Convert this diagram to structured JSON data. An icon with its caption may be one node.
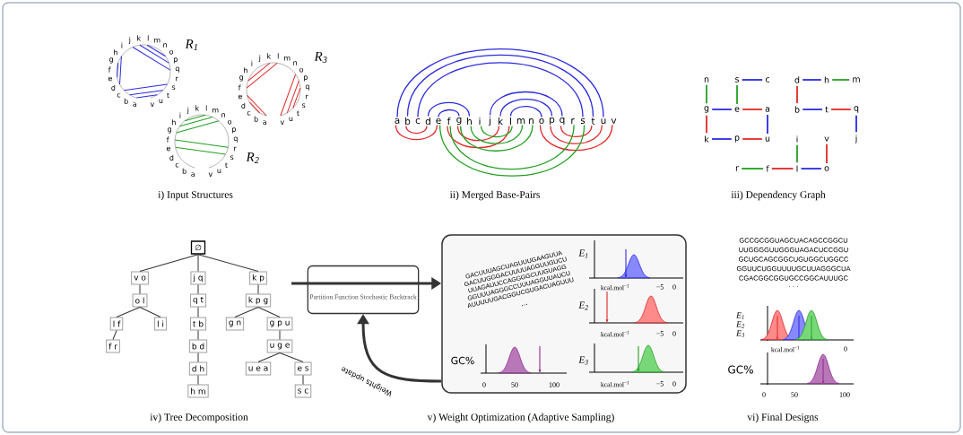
{
  "diagram": {
    "nodes": [
      {
        "text": [
          "a"
        ]
      },
      {
        "text": [
          "b"
        ]
      },
      {
        "text": [
          "c"
        ]
      },
      {
        "text": [
          "d"
        ]
      },
      {
        "text": [
          "e"
        ]
      },
      {
        "text": [
          "f"
        ]
      },
      {
        "text": [
          "g"
        ]
      },
      {
        "text": [
          "h"
        ]
      },
      {
        "text": [
          "i"
        ]
      },
      {
        "text": [
          "j"
        ]
      },
      {
        "text": [
          "k"
        ]
      },
      {
        "text": [
          "l"
        ]
      },
      {
        "text": [
          "m"
        ]
      },
      {
        "text": [
          "n"
        ]
      },
      {
        "text": [
          "o"
        ]
      },
      {
        "text": [
          "p"
        ]
      },
      {
        "text": [
          "q"
        ]
      },
      {
        "text": [
          "r"
        ]
      },
      {
        "text": [
          "s"
        ]
      },
      {
        "text": [
          "t"
        ]
      },
      {
        "text": [
          "u"
        ]
      },
      {
        "text": [
          "v"
        ]
      },
      {
        "text": [
          "n"
        ]
      },
      {
        "text": [
          "s"
        ]
      },
      {
        "text": [
          "c"
        ]
      },
      {
        "text": [
          "d"
        ]
      },
      {
        "text": [
          "h"
        ]
      },
      {
        "text": [
          "m"
        ]
      },
      {
        "text": [
          "g"
        ]
      },
      {
        "text": [
          "e"
        ]
      },
      {
        "text": [
          "a"
        ]
      },
      {
        "text": [
          "b"
        ]
      },
      {
        "text": [
          "t"
        ]
      },
      {
        "text": [
          "q"
        ]
      },
      {
        "text": [
          "k"
        ]
      },
      {
        "text": [
          "p"
        ]
      },
      {
        "text": [
          "u"
        ]
      },
      {
        "text": [
          "i"
        ]
      },
      {
        "text": [
          "v"
        ]
      },
      {
        "text": [
          "j"
        ]
      },
      {
        "text": [
          "r"
        ]
      },
      {
        "text": [
          "f"
        ]
      },
      {
        "text": [
          "l"
        ]
      },
      {
        "text": [
          "o"
        ]
      },
      {
        "text": [
          "∅"
        ]
      },
      {
        "text": [
          "v o"
        ]
      },
      {
        "text": [
          "j q"
        ]
      },
      {
        "text": [
          "k p"
        ]
      },
      {
        "text": [
          "o l"
        ]
      },
      {
        "text": [
          "q t"
        ]
      },
      {
        "text": [
          "k p g"
        ]
      },
      {
        "text": [
          "l f"
        ]
      },
      {
        "text": [
          "l i"
        ]
      },
      {
        "text": [
          "t b"
        ]
      },
      {
        "text": [
          "g n"
        ]
      },
      {
        "text": [
          "g p u"
        ]
      },
      {
        "text": [
          "f r"
        ]
      },
      {
        "text": [
          "b d"
        ]
      },
      {
        "text": [
          "u g e"
        ]
      },
      {
        "text": [
          "d h"
        ]
      },
      {
        "text": [
          "u e a"
        ]
      },
      {
        "text": [
          "e s"
        ]
      },
      {
        "text": [
          "h m"
        ]
      },
      {
        "text": [
          "s c"
        ]
      },
      {
        "text": [
          "Partition Function Stochastic Backtrack"
        ]
      },
      {
        "text": [
          "GACUUUAGCUAGUUUGAAGUUA",
          "GACUUGGGACUUUUAGGUUGUCU",
          "UUAGAUUCCAGGGGCUUGUAGG",
          "GGUUUAGGGCCUUUAGGUUAUCU",
          "AUUUUUGACGGUCGUGACUAGUUU",
          "...",
          "E$_{1}$",
          "kcal.mol$^{−1}$",
          "−5",
          "0",
          "E$_{2}$",
          "kcal.mol$^{−1}$",
          "−5",
          "0",
          "GC%",
          "0",
          "50",
          "100",
          "E$_{3}$",
          "kcal.mol$^{−1}$",
          "−5",
          "0"
        ]
      }
    ],
    "edges": [
      {
        "from": 0,
        "to": 20,
        "arrow": "none",
        "color": "#2b2be0"
      },
      {
        "from": 1,
        "to": 19,
        "arrow": "none",
        "color": "#2b2be0"
      },
      {
        "from": 2,
        "to": 18,
        "arrow": "none",
        "color": "#2b2be0"
      },
      {
        "from": 3,
        "to": 7,
        "arrow": "none",
        "color": "#2b2be0"
      },
      {
        "from": 4,
        "to": 6,
        "arrow": "none",
        "color": "#2b2be0"
      },
      {
        "from": 9,
        "to": 16,
        "arrow": "none",
        "color": "#2b2be0"
      },
      {
        "from": 10,
        "to": 15,
        "arrow": "none",
        "color": "#2b2be0"
      },
      {
        "from": 11,
        "to": 14,
        "arrow": "none",
        "color": "#2b2be0"
      },
      {
        "from": 0,
        "to": 4,
        "arrow": "none",
        "color": "#e02828"
      },
      {
        "from": 1,
        "to": 3,
        "arrow": "none",
        "color": "#e02828"
      },
      {
        "from": 5,
        "to": 11,
        "arrow": "none",
        "color": "#e02828"
      },
      {
        "from": 6,
        "to": 10,
        "arrow": "none",
        "color": "#e02828"
      },
      {
        "from": 14,
        "to": 21,
        "arrow": "none",
        "color": "#e02828"
      },
      {
        "from": 15,
        "to": 20,
        "arrow": "none",
        "color": "#e02828"
      },
      {
        "from": 16,
        "to": 19,
        "arrow": "none",
        "color": "#e02828"
      },
      {
        "from": 4,
        "to": 18,
        "arrow": "none",
        "color": "#24a024"
      },
      {
        "from": 5,
        "to": 17,
        "arrow": "none",
        "color": "#24a024"
      },
      {
        "from": 6,
        "to": 13,
        "arrow": "none",
        "color": "#24a024"
      },
      {
        "from": 7,
        "to": 12,
        "arrow": "none",
        "color": "#24a024"
      },
      {
        "from": 8,
        "to": 11,
        "arrow": "none",
        "color": "#24a024"
      },
      {
        "from": 22,
        "to": 28,
        "arrow": "none",
        "color": "#24a024"
      },
      {
        "from": 23,
        "to": 24,
        "arrow": "none",
        "color": "#2b2be0"
      },
      {
        "from": 23,
        "to": 29,
        "arrow": "none",
        "color": "#24a024"
      },
      {
        "from": 25,
        "to": 26,
        "arrow": "none",
        "color": "#2b2be0"
      },
      {
        "from": 26,
        "to": 27,
        "arrow": "none",
        "color": "#24a024"
      },
      {
        "from": 25,
        "to": 31,
        "arrow": "none",
        "color": "#e02828"
      },
      {
        "from": 28,
        "to": 29,
        "arrow": "none",
        "color": "#2b2be0"
      },
      {
        "from": 29,
        "to": 30,
        "arrow": "none",
        "color": "#e02828"
      },
      {
        "from": 31,
        "to": 32,
        "arrow": "none",
        "color": "#2b2be0"
      },
      {
        "from": 32,
        "to": 33,
        "arrow": "none",
        "color": "#e02828"
      },
      {
        "from": 28,
        "to": 34,
        "arrow": "none",
        "color": "#e02828"
      },
      {
        "from": 30,
        "to": 36,
        "arrow": "none",
        "color": "#2b2be0"
      },
      {
        "from": 33,
        "to": 39,
        "arrow": "none",
        "color": "#2b2be0"
      },
      {
        "from": 34,
        "to": 35,
        "arrow": "none",
        "color": "#2b2be0"
      },
      {
        "from": 35,
        "to": 36,
        "arrow": "none",
        "color": "#e02828"
      },
      {
        "from": 37,
        "to": 42,
        "arrow": "none",
        "color": "#24a024"
      },
      {
        "from": 38,
        "to": 43,
        "arrow": "none",
        "color": "#e02828"
      },
      {
        "from": 40,
        "to": 41,
        "arrow": "none",
        "color": "#24a024"
      },
      {
        "from": 41,
        "to": 42,
        "arrow": "none",
        "color": "#e02828"
      },
      {
        "from": 42,
        "to": 43,
        "arrow": "none",
        "color": "#2b2be0"
      },
      {
        "from": 44,
        "to": 45,
        "arrow": "none"
      },
      {
        "from": 44,
        "to": 46,
        "arrow": "none"
      },
      {
        "from": 44,
        "to": 47,
        "arrow": "none"
      },
      {
        "from": 45,
        "to": 48,
        "arrow": "none"
      },
      {
        "from": 46,
        "to": 49,
        "arrow": "none"
      },
      {
        "from": 47,
        "to": 50,
        "arrow": "none"
      },
      {
        "from": 48,
        "to": 51,
        "arrow": "none"
      },
      {
        "from": 48,
        "to": 52,
        "arrow": "none"
      },
      {
        "from": 49,
        "to": 53,
        "arrow": "none"
      },
      {
        "from": 50,
        "to": 54,
        "arrow": "none"
      },
      {
        "from": 50,
        "to": 55,
        "arrow": "none"
      },
      {
        "from": 51,
        "to": 56,
        "arrow": "none"
      },
      {
        "from": 53,
        "to": 57,
        "arrow": "none"
      },
      {
        "from": 55,
        "to": 58,
        "arrow": "none"
      },
      {
        "from": 57,
        "to": 59,
        "arrow": "none"
      },
      {
        "from": 58,
        "to": 60,
        "arrow": "none"
      },
      {
        "from": 58,
        "to": 61,
        "arrow": "none"
      },
      {
        "from": 59,
        "to": 62,
        "arrow": "none"
      },
      {
        "from": 61,
        "to": 63,
        "arrow": "none"
      },
      {
        "from": null,
        "to": 65,
        "arrow": "to",
        "style": "thick"
      },
      {
        "from": 65,
        "to": 64,
        "arrow": "to",
        "style": "thick",
        "label": "Weights update"
      }
    ],
    "labels": [
      "R$_{1}$",
      "R$_{3}$",
      "R$_{2}$",
      "a",
      "b",
      "c",
      "d",
      "e",
      "f",
      "g",
      "h",
      "i",
      "j",
      "k",
      "l",
      "m",
      "n",
      "o",
      "p",
      "q",
      "r",
      "s",
      "t",
      "u",
      "v",
      "a",
      "b",
      "c",
      "d",
      "e",
      "f",
      "g",
      "h",
      "i",
      "j",
      "k",
      "l",
      "m",
      "n",
      "o",
      "p",
      "q",
      "r",
      "s",
      "t",
      "u",
      "v",
      "a",
      "b",
      "c",
      "d",
      "e",
      "f",
      "g",
      "h",
      "i",
      "j",
      "k",
      "l",
      "m",
      "n",
      "o",
      "p",
      "q",
      "r",
      "s",
      "t",
      "u",
      "v",
      "i) Input Structures",
      "ii) Merged Base-Pairs",
      "iii) Dependency Graph",
      "GCCGCGGUAGCUACAGCCGGCU",
      "UUGGGGUUGGGUAGACUCCGGU",
      "GCUGCAGCGGCUGUGGCUGGCC",
      "GGUUCUGGUUUUGCUUAGGGCUA",
      "CGACGGCGGUGCCGGCAUUUGC",
      "· · ·",
      "E$_{1}$",
      "E$_{2}$",
      "E$_{3}$",
      "kcal.mol$^{−1}$",
      "0",
      "GC%",
      "0",
      "50",
      "100",
      "iv) Tree Decomposition",
      "v) Weight Optimization (Adaptive Sampling)",
      "vi) Final Designs"
    ]
  }
}
